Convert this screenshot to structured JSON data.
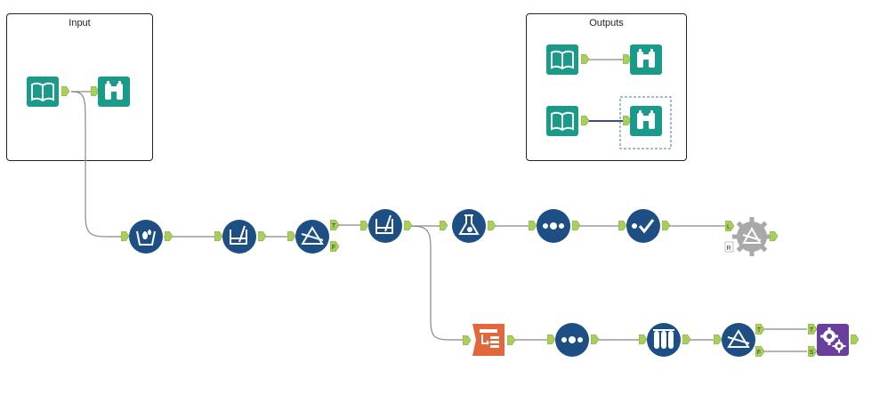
{
  "canvas": {
    "containers": [
      {
        "id": "input",
        "title": "Input"
      },
      {
        "id": "outputs",
        "title": "Outputs"
      }
    ],
    "colors": {
      "tool_teal": "#1a9b8a",
      "tool_navy": "#1d4f85",
      "tool_orange": "#e2673d",
      "tool_purple": "#6a3f9b",
      "tool_gray": "#a9a9a9",
      "anchor_green": "#a8cf5a",
      "connection": "#888888",
      "connection_selected": "#2a2a7a"
    },
    "tools": [
      {
        "name": "input-data-tool",
        "icon": "book-icon",
        "color": "teal"
      },
      {
        "name": "browse-tool",
        "icon": "binoculars-icon",
        "color": "teal"
      },
      {
        "name": "output-input-tool-1",
        "icon": "book-icon",
        "color": "teal"
      },
      {
        "name": "output-browse-tool-1",
        "icon": "binoculars-icon",
        "color": "teal"
      },
      {
        "name": "output-input-tool-2",
        "icon": "book-icon",
        "color": "teal"
      },
      {
        "name": "output-browse-tool-2",
        "icon": "binoculars-icon",
        "color": "teal",
        "selected": true
      },
      {
        "name": "data-cleansing-tool",
        "icon": "bucket-icon",
        "color": "navy"
      },
      {
        "name": "formula-tool-1",
        "icon": "beaker-icon",
        "color": "navy"
      },
      {
        "name": "filter-tool-1",
        "icon": "filter-icon",
        "color": "navy"
      },
      {
        "name": "formula-tool-2",
        "icon": "beaker-icon",
        "color": "navy"
      },
      {
        "name": "test-tool",
        "icon": "flask-icon",
        "color": "navy"
      },
      {
        "name": "tile-tool-1",
        "icon": "dots-icon",
        "color": "navy"
      },
      {
        "name": "check-tool",
        "icon": "check-icon",
        "color": "navy"
      },
      {
        "name": "join-tool-disabled",
        "icon": "gear-icon",
        "color": "gray"
      },
      {
        "name": "cross-tab-tool",
        "icon": "table-icon",
        "color": "orange"
      },
      {
        "name": "tile-tool-2",
        "icon": "dots-icon",
        "color": "navy"
      },
      {
        "name": "test-tubes-tool",
        "icon": "test-tubes-icon",
        "color": "navy"
      },
      {
        "name": "filter-tool-2",
        "icon": "filter-icon",
        "color": "navy"
      },
      {
        "name": "macro-tool",
        "icon": "gears-icon",
        "color": "purple"
      }
    ],
    "anchor_labels": {
      "true": "T",
      "false": "F",
      "left": "L",
      "right": "R",
      "source": "S"
    }
  }
}
